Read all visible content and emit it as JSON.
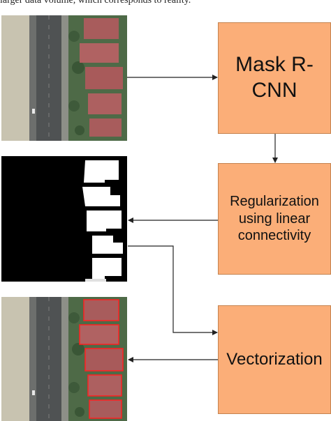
{
  "caption": "larger data volume, which corresponds to reality.",
  "steps": {
    "mask_rcnn": "Mask R-CNN",
    "regularization": "Regularization using linear connectivity",
    "vectorization": "Vectorization"
  },
  "colors": {
    "box_fill": "#fbae78",
    "box_border": "#c4834f",
    "arrow": "#222222",
    "mask_background": "#000000",
    "mask_building": "#ffffff",
    "outline": "#ff2020"
  },
  "panels": [
    {
      "name": "aerial-image-input",
      "kind": "aerial photo"
    },
    {
      "name": "segmentation-mask",
      "kind": "binary mask"
    },
    {
      "name": "aerial-image-output",
      "kind": "aerial photo with red building outlines"
    }
  ]
}
